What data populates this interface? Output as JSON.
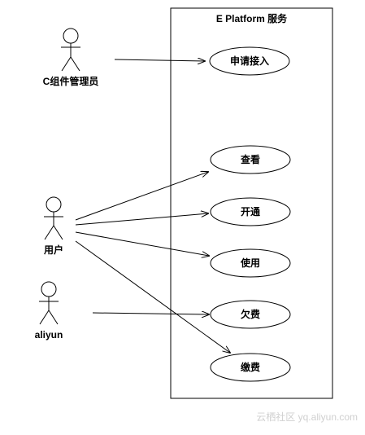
{
  "system": {
    "title": "E Platform 服务"
  },
  "actors": [
    {
      "id": "component_admin",
      "label": "C组件管理员"
    },
    {
      "id": "user",
      "label": "用户"
    },
    {
      "id": "aliyun",
      "label": "aliyun"
    }
  ],
  "use_cases": [
    {
      "id": "apply_access",
      "label": "申请接入"
    },
    {
      "id": "view",
      "label": "查看"
    },
    {
      "id": "activate",
      "label": "开通"
    },
    {
      "id": "use",
      "label": "使用"
    },
    {
      "id": "arrears",
      "label": "欠费"
    },
    {
      "id": "pay",
      "label": "缴费"
    }
  ],
  "associations": [
    {
      "from": "component_admin",
      "to": "apply_access"
    },
    {
      "from": "user",
      "to": "view"
    },
    {
      "from": "user",
      "to": "activate"
    },
    {
      "from": "user",
      "to": "use"
    },
    {
      "from": "user",
      "to": "pay"
    },
    {
      "from": "aliyun",
      "to": "arrears"
    }
  ],
  "watermark": "云栖社区 yq.aliyun.com",
  "colors": {
    "stroke": "#000000",
    "fill": "#ffffff",
    "watermark": "#d0d0d0"
  }
}
